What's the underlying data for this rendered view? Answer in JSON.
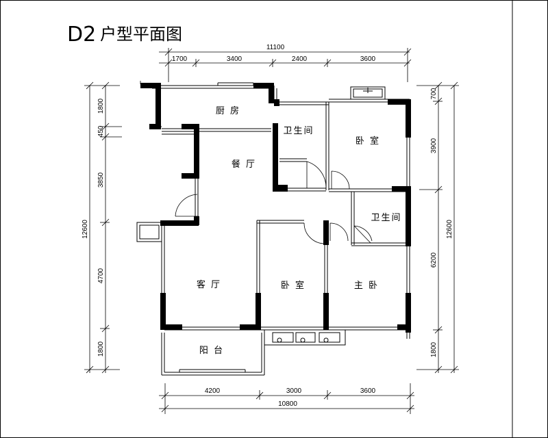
{
  "title": {
    "code": "D2",
    "name": "户型平面图"
  },
  "rooms": {
    "kitchen": "厨 房",
    "bath1": "卫生间",
    "bedroom1": "卧 室",
    "dining": "餐 厅",
    "bath2": "卫生间",
    "living": "客  厅",
    "bedroom2": "卧 室",
    "master": "主 卧",
    "balcony": "阳 台"
  },
  "dimensions": {
    "top_total": "11100",
    "top_segments": [
      "1700",
      "3400",
      "2400",
      "3600"
    ],
    "bottom_segments": [
      "4200",
      "3000",
      "3600"
    ],
    "bottom_total": "10800",
    "left_segments": [
      "1800",
      "450",
      "3850",
      "4700",
      "1800"
    ],
    "left_total": "12600",
    "right_segments": [
      "700",
      "3900",
      "6200",
      "1800"
    ],
    "right_total": "12600"
  }
}
